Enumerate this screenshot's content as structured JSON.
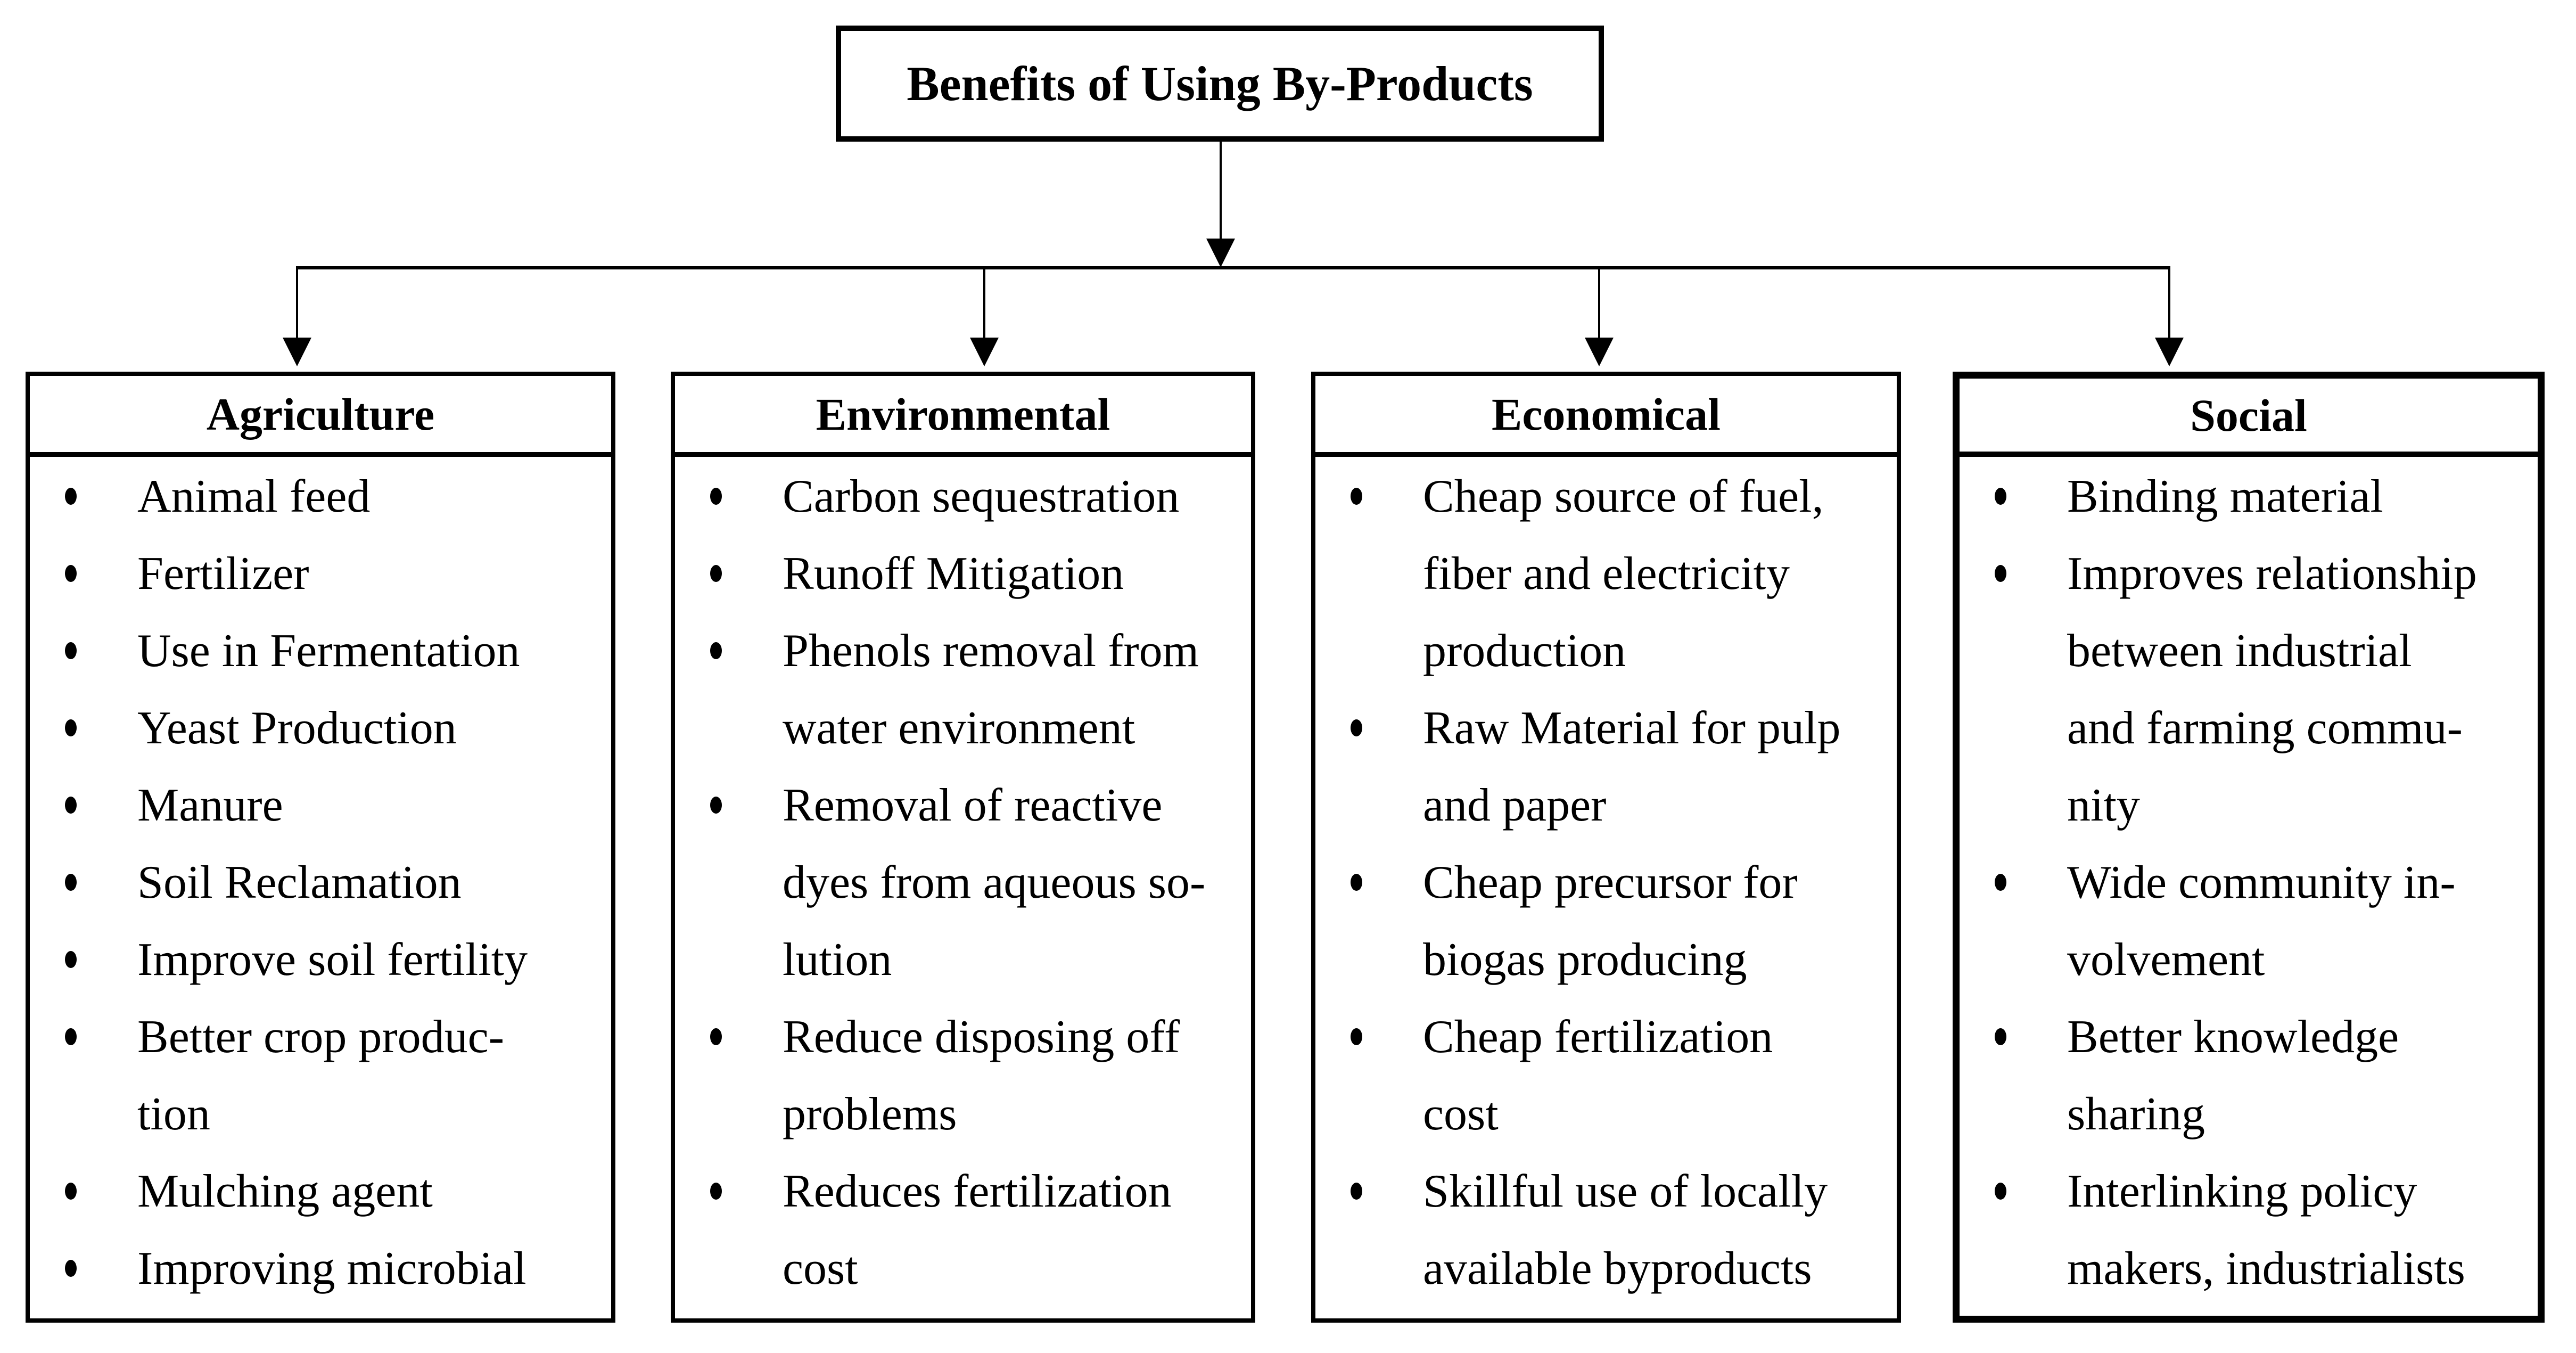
{
  "title": "Benefits of Using By-Products",
  "colors": {
    "ink": "#000000",
    "paper": "#ffffff"
  },
  "columns": [
    {
      "header": "Agriculture",
      "items": [
        [
          "Animal feed"
        ],
        [
          "Fertilizer"
        ],
        [
          "Use in Fermentation"
        ],
        [
          "Yeast Production"
        ],
        [
          "Manure"
        ],
        [
          "Soil Reclamation"
        ],
        [
          "Improve soil fertility"
        ],
        [
          "Better crop produc-",
          "tion"
        ],
        [
          "Mulching agent"
        ],
        [
          "Improving microbial"
        ]
      ]
    },
    {
      "header": "Environmental",
      "items": [
        [
          "Carbon sequestration"
        ],
        [
          "Runoff Mitigation"
        ],
        [
          "Phenols removal from",
          "water environment"
        ],
        [
          "Removal of reactive",
          "dyes from aqueous so-",
          "lution"
        ],
        [
          "Reduce disposing off",
          "problems"
        ],
        [
          "Reduces fertilization",
          "cost"
        ]
      ]
    },
    {
      "header": "Economical",
      "items": [
        [
          "Cheap source of fuel,",
          "fiber and electricity",
          "production"
        ],
        [
          "Raw Material for pulp",
          "and paper"
        ],
        [
          "Cheap precursor for",
          "biogas producing"
        ],
        [
          "Cheap fertilization",
          "cost"
        ],
        [
          "Skillful use of locally",
          "available byproducts"
        ]
      ]
    },
    {
      "header": "Social",
      "items": [
        [
          "Binding material"
        ],
        [
          "Improves relationship",
          "between industrial",
          "and farming commu-",
          "nity"
        ],
        [
          "Wide community in-",
          "volvement"
        ],
        [
          "Better knowledge",
          "sharing"
        ],
        [
          "Interlinking policy",
          "makers, industrialists"
        ]
      ]
    }
  ]
}
